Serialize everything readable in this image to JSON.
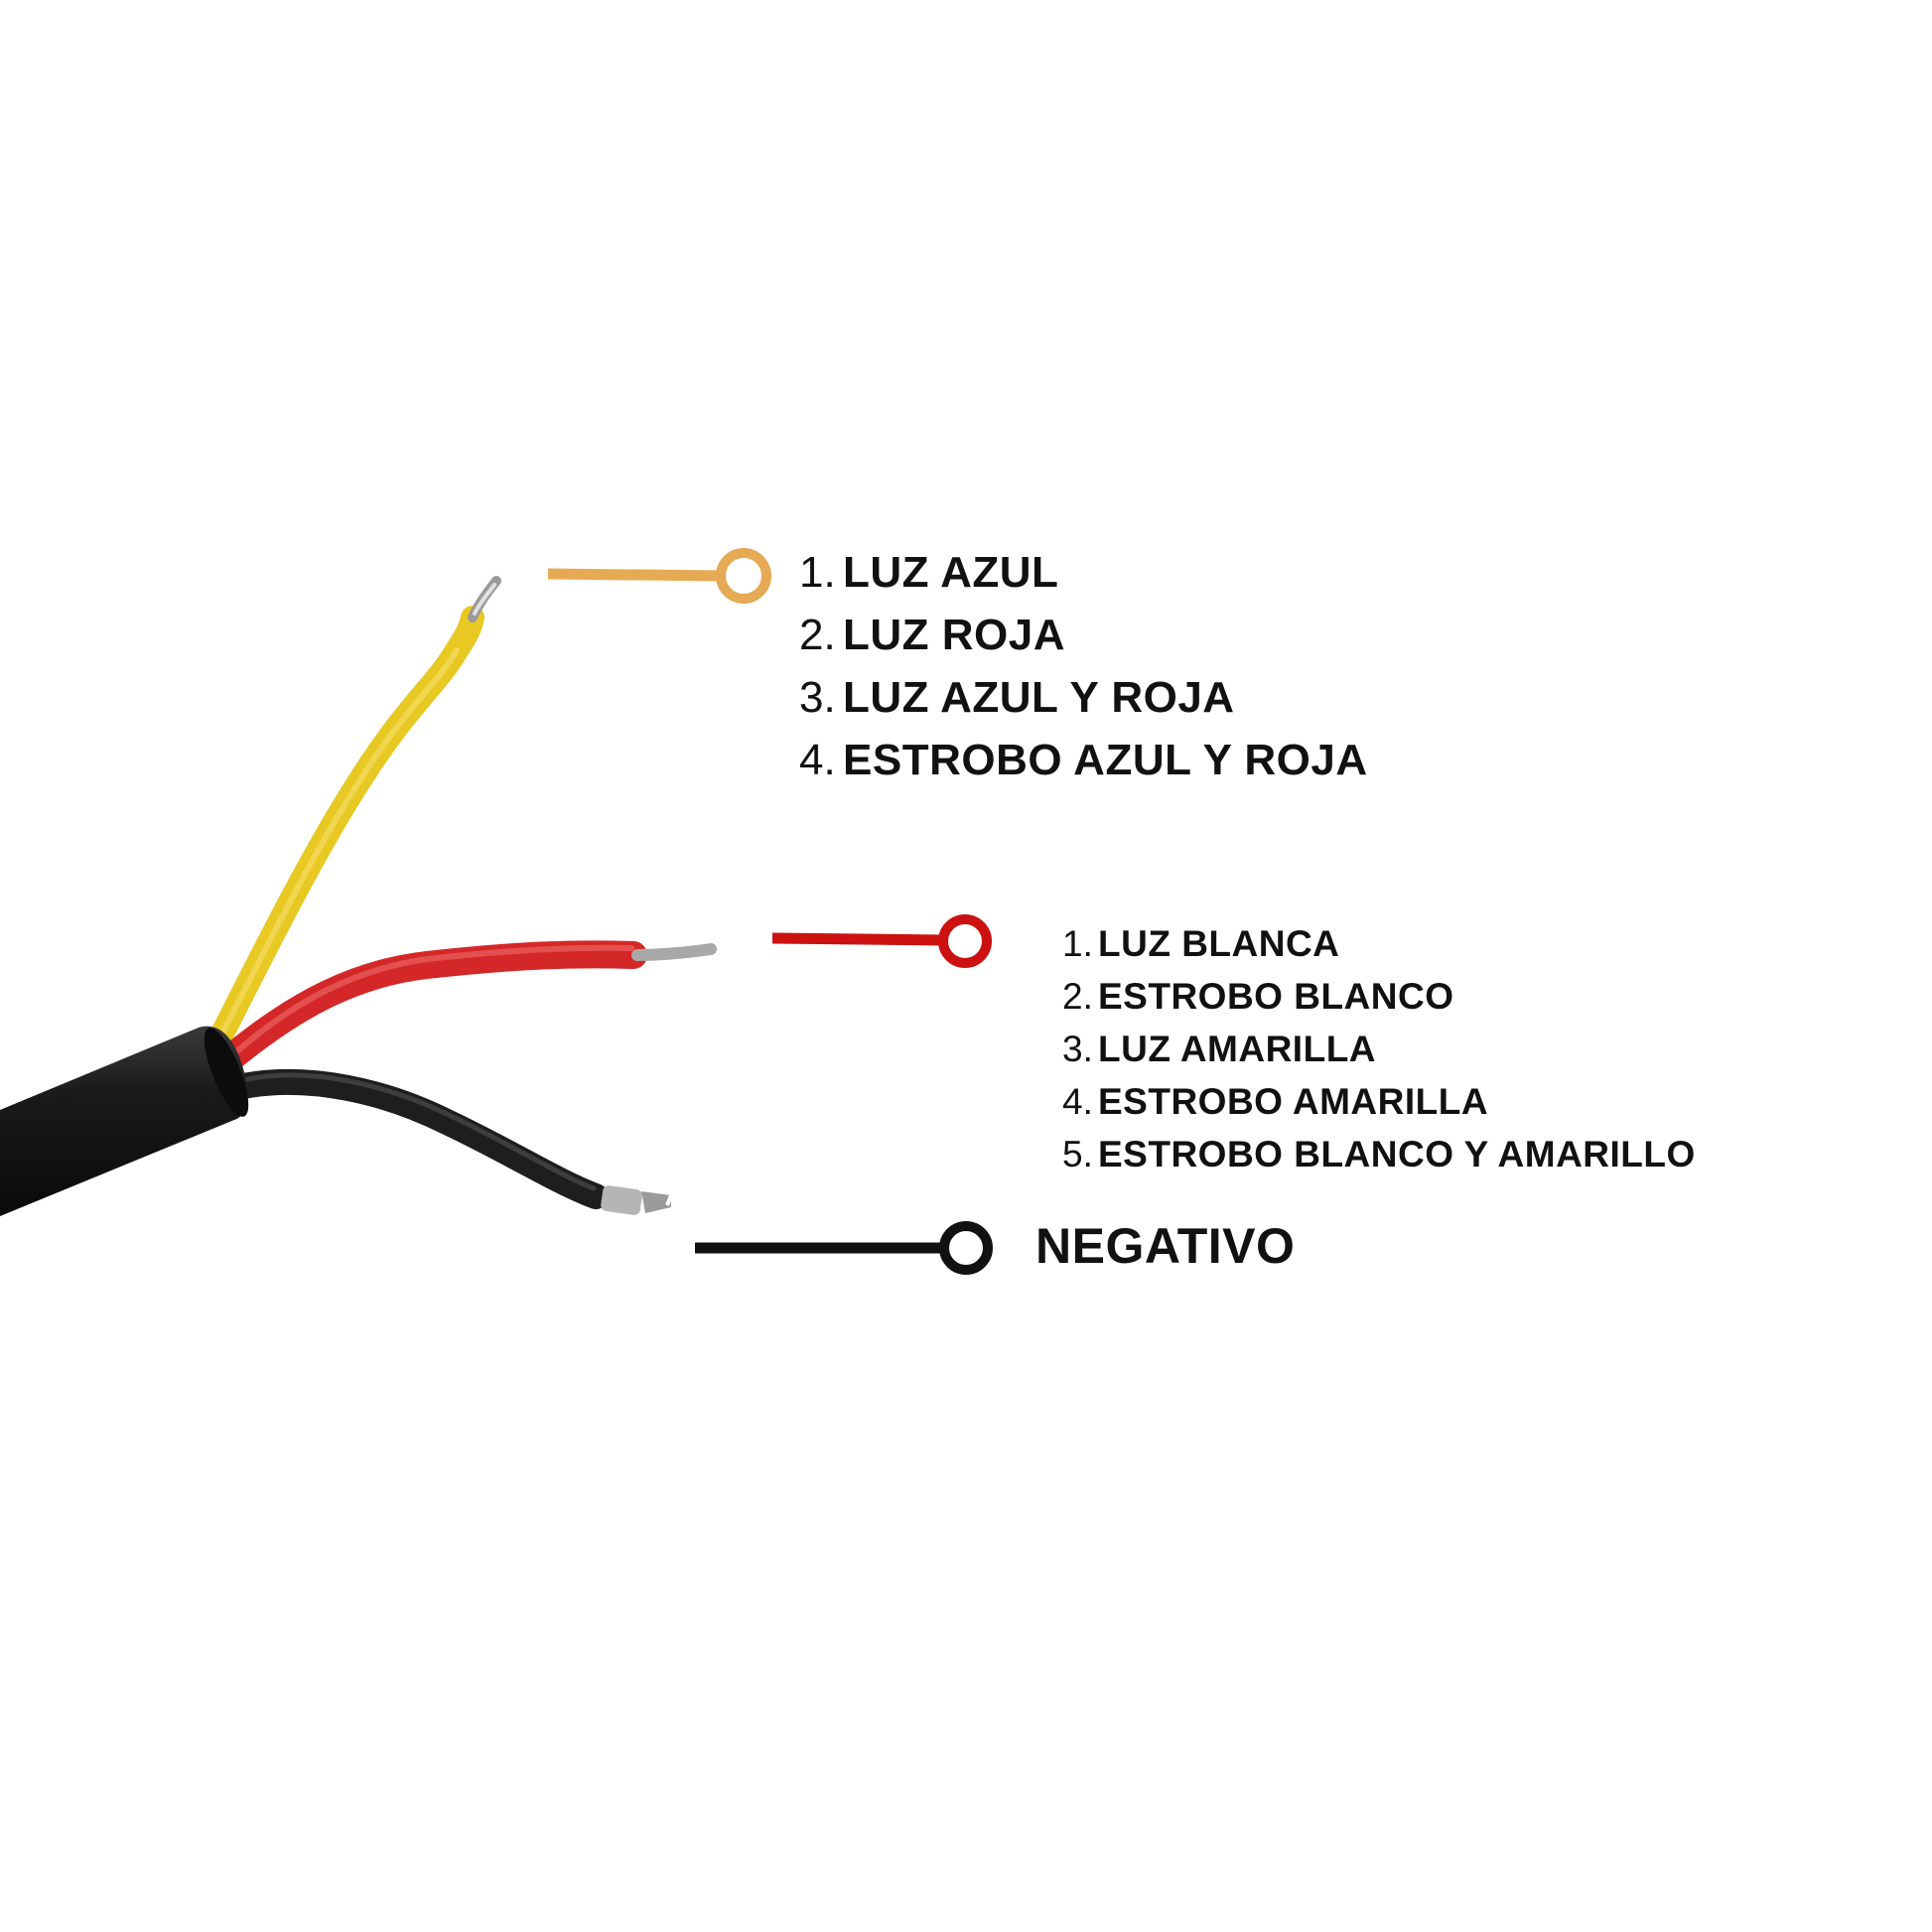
{
  "colors": {
    "yellow_callout": "#E6AA55",
    "red_callout": "#CC1111",
    "black_callout": "#111111",
    "yellow_wire": "#E8C822",
    "red_wire": "#D42828",
    "black_wire": "#1E1E1E",
    "cable_jacket": "#161616",
    "bare_copper": "#B8B8B8"
  },
  "wires": [
    {
      "name": "yellow-wire",
      "items": [
        {
          "num": "1.",
          "label": "LUZ AZUL"
        },
        {
          "num": "2.",
          "label": "LUZ ROJA"
        },
        {
          "num": "3.",
          "label": "LUZ AZUL Y ROJA"
        },
        {
          "num": "4.",
          "label": "ESTROBO AZUL Y ROJA"
        }
      ]
    },
    {
      "name": "red-wire",
      "items": [
        {
          "num": "1.",
          "label": "LUZ BLANCA"
        },
        {
          "num": "2.",
          "label": "ESTROBO BLANCO"
        },
        {
          "num": "3.",
          "label": "LUZ AMARILLA"
        },
        {
          "num": "4.",
          "label": "ESTROBO AMARILLA"
        },
        {
          "num": "5.",
          "label": "ESTROBO BLANCO Y AMARILLO"
        }
      ]
    },
    {
      "name": "black-wire",
      "label": "NEGATIVO"
    }
  ]
}
